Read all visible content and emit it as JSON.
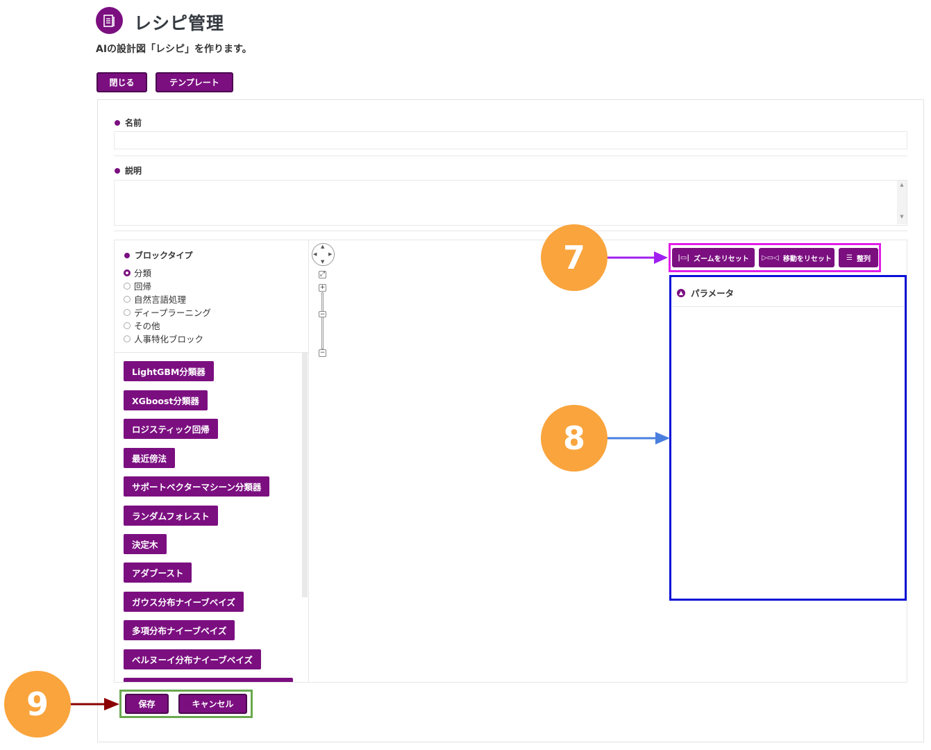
{
  "header": {
    "title": "レシピ管理",
    "subtitle": "AIの設計図「レシピ」を作ります。",
    "icon": "document-icon"
  },
  "toolbar": {
    "close_label": "閉じる",
    "template_label": "テンプレート"
  },
  "form": {
    "name_label": "名前",
    "name_value": "",
    "description_label": "説明",
    "description_value": ""
  },
  "block_type": {
    "label": "ブロックタイプ",
    "options": [
      "分類",
      "回帰",
      "自然言語処理",
      "ディープラーニング",
      "その他",
      "人事特化ブロック"
    ],
    "selected": "分類"
  },
  "blocks": [
    "LightGBM分類器",
    "XGboost分類器",
    "ロジスティック回帰",
    "最近傍法",
    "サポートベクターマシーン分類器",
    "ランダムフォレスト",
    "決定木",
    "アダブースト",
    "ガウス分布ナイーブベイズ",
    "多項分布ナイーブベイズ",
    "ベルヌーイ分布ナイーブベイズ"
  ],
  "canvas_toolbar": {
    "reset_zoom_label": "ズームをリセット",
    "reset_move_label": "移動をリセット",
    "align_label": "整列"
  },
  "parameters": {
    "label": "パラメータ"
  },
  "footer": {
    "save_label": "保存",
    "cancel_label": "キャンセル"
  },
  "callouts": {
    "seven": "7",
    "eight": "8",
    "nine": "9"
  },
  "colors": {
    "brand": "#7b0f80",
    "callout": "#f9a43d",
    "highlight_toolbar": "#e21ee8",
    "highlight_params": "#0a10d6",
    "highlight_footer": "#6aa84f",
    "arrow_seven": "#a020f0",
    "arrow_eight": "#4a7fe0",
    "arrow_nine": "#8b0000"
  }
}
